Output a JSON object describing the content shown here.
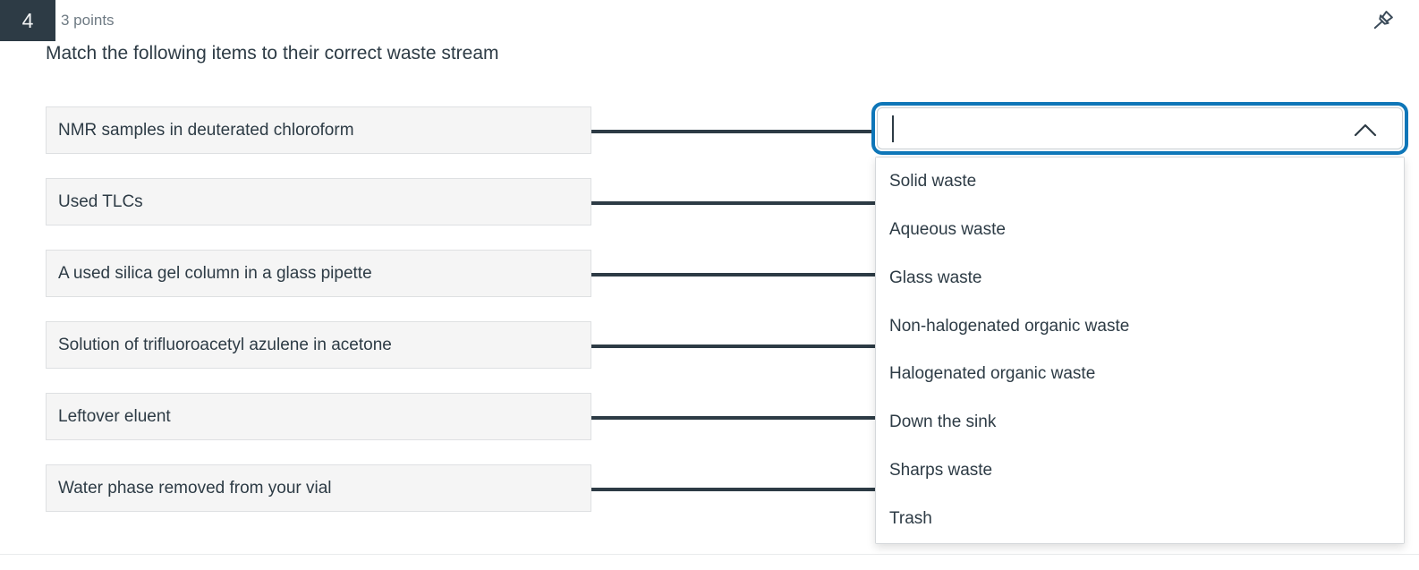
{
  "question": {
    "number": "4",
    "points_label": "3 points",
    "prompt": "Match the following items to their correct waste stream"
  },
  "items": [
    "NMR samples in deuterated chloroform",
    "Used TLCs",
    "A used silica gel column in a glass pipette",
    "Solution of trifluoroacetyl azulene in acetone",
    "Leftover eluent",
    "Water phase removed from your vial"
  ],
  "dropdown": {
    "value": "",
    "placeholder": "",
    "options": [
      "Solid waste",
      "Aqueous waste",
      "Glass waste",
      "Non-halogenated organic waste",
      "Halogenated organic waste",
      "Down the sink",
      "Sharps waste",
      "Trash"
    ]
  },
  "icons": {
    "pin": "push-pin",
    "chevron": "chevron-up"
  },
  "colors": {
    "accent_blue": "#0E76B8",
    "dark_text": "#2D3B45",
    "muted_text": "#6E7A83",
    "item_bg": "#F5F5F5",
    "connector": "#2D3B45"
  }
}
